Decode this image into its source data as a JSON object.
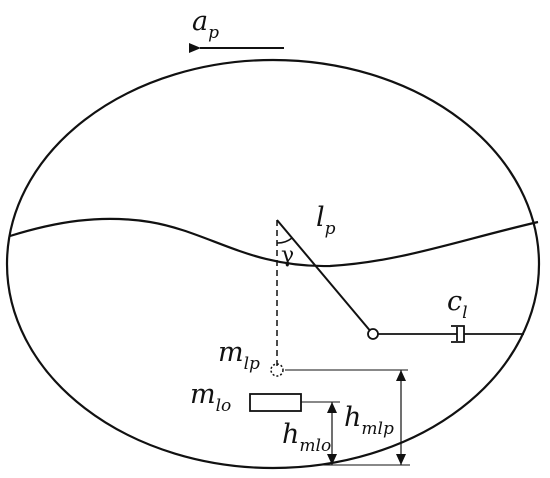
{
  "labels": {
    "acceleration": {
      "main": "a",
      "sub": "p"
    },
    "pendulum_length": {
      "main": "l",
      "sub": "p"
    },
    "angle": "γ",
    "damper": {
      "main": "c",
      "sub": "l"
    },
    "pendulum_mass": {
      "main": "m",
      "sub": "lp"
    },
    "fixed_mass": {
      "main": "m",
      "sub": "lo"
    },
    "fixed_mass_height": {
      "main": "h",
      "sub": "mlo"
    },
    "pendulum_mass_height": {
      "main": "h",
      "sub": "mlp"
    }
  },
  "colors": {
    "line": "#111111",
    "background": "#ffffff"
  }
}
